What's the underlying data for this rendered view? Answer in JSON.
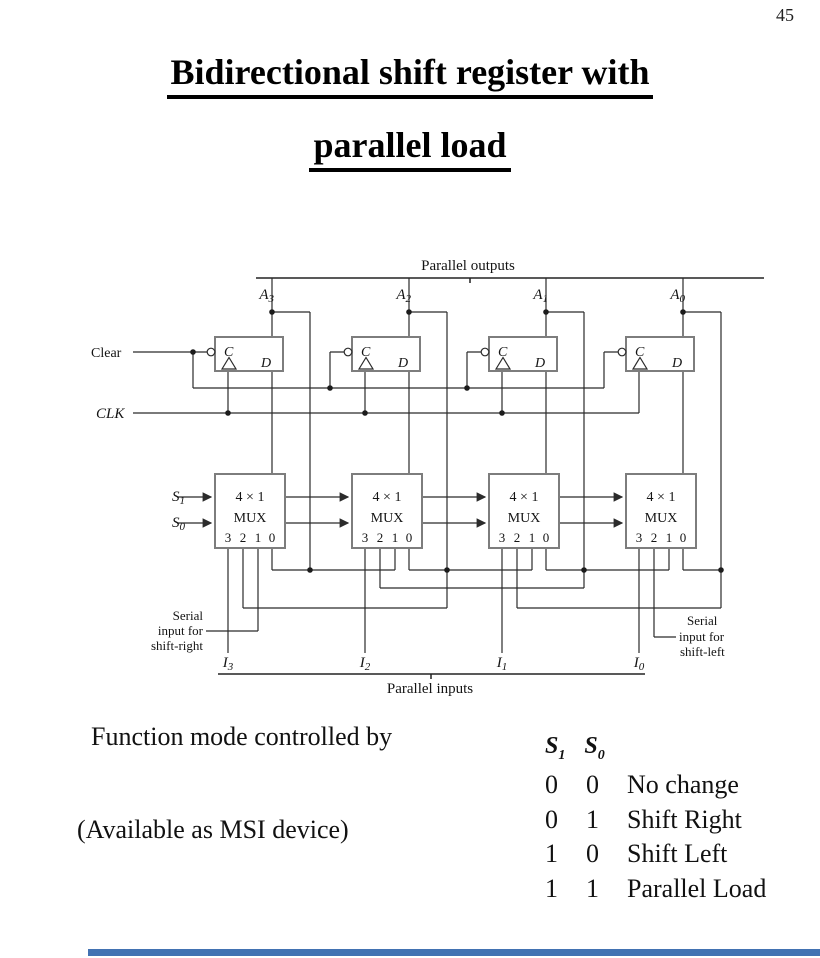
{
  "page": {
    "number": "45"
  },
  "title": {
    "line1": "Bidirectional shift register with",
    "line2": "parallel load"
  },
  "body": {
    "caption1": "Function mode controlled by",
    "caption2": "(Available as MSI device)"
  },
  "diagram": {
    "parallel_outputs_label": "Parallel outputs",
    "parallel_inputs_label": "Parallel inputs",
    "clear_label": "Clear",
    "clk_label": "CLK",
    "s1": {
      "base": "S",
      "sub": "1"
    },
    "s0": {
      "base": "S",
      "sub": "0"
    },
    "ff": {
      "c": "C",
      "d": "D"
    },
    "mux": {
      "line1": "4 × 1",
      "line2": "MUX",
      "digits": [
        "3",
        "2",
        "1",
        "0"
      ]
    },
    "outputs": [
      {
        "base": "A",
        "sub": "3"
      },
      {
        "base": "A",
        "sub": "2"
      },
      {
        "base": "A",
        "sub": "1"
      },
      {
        "base": "A",
        "sub": "0"
      }
    ],
    "inputs": [
      {
        "base": "I",
        "sub": "3"
      },
      {
        "base": "I",
        "sub": "2"
      },
      {
        "base": "I",
        "sub": "1"
      },
      {
        "base": "I",
        "sub": "0"
      }
    ],
    "serial_right": {
      "l1": "Serial",
      "l2": "input for",
      "l3": "shift-right"
    },
    "serial_left": {
      "l1": "Serial",
      "l2": "input for",
      "l3": "shift-left"
    }
  },
  "table": {
    "header": {
      "s1_base": "S",
      "s1_sub": "1",
      "s0_base": "S",
      "s0_sub": "0"
    },
    "rows": [
      {
        "s1": "0",
        "s0": "0",
        "mode": "No change"
      },
      {
        "s1": "0",
        "s0": "1",
        "mode": "Shift Right"
      },
      {
        "s1": "1",
        "s0": "0",
        "mode": "Shift Left"
      },
      {
        "s1": "1",
        "s0": "1",
        "mode": "Parallel Load"
      }
    ]
  },
  "footer": {
    "bar_color": "#4272b2"
  }
}
